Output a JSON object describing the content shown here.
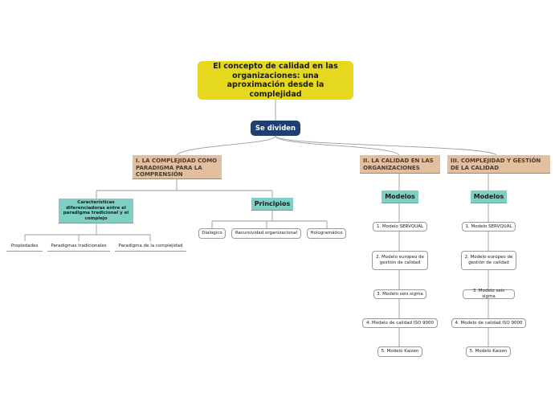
{
  "root": {
    "title": "El concepto de calidad en las organizaciones: una aproximación desde la complejidad"
  },
  "hub": {
    "label": "Se dividen"
  },
  "sections": {
    "s1": {
      "title": "I. LA COMPLEJIDAD COMO PARADIGMA PARA LA COMPRENSIÓN",
      "characteristics": {
        "label": "Características diferenciadoras entre el paradigma tradicional y el complejo",
        "items": [
          "Propiedades",
          "Paradigmas tradicionales",
          "Paradigma de la complejidad"
        ]
      },
      "principles": {
        "label": "Principios",
        "items": [
          "Dialógico",
          "Recursividad organizacional",
          "Hologramático"
        ]
      }
    },
    "s2": {
      "title": "II. LA CALIDAD EN LAS ORGANIZACIONES",
      "models_label": "Modelos",
      "models": [
        "1. Modelo SERVQUAL",
        "2. Modelo europeo de gestión de calidad",
        "3. Modelo seis sigma",
        "4. Modelo de calidad ISO 9000",
        "5. Modelo Kaizen"
      ]
    },
    "s3": {
      "title": "III. COMPLEJIDAD Y GESTIÓN DE LA CALIDAD",
      "models_label": "Modelos",
      "models": [
        "1. Modelo SERVQUAL",
        "2. Modelo europeo de gestión de calidad",
        "3. Modelo seis sigma",
        "4. Modelo de calidad ISO 9000",
        "5. Modelo Kaizen"
      ]
    }
  },
  "colors": {
    "root": "#e6d81e",
    "hub": "#1f3f6e",
    "section": "#e2bf9f",
    "teal": "#7fcfc4"
  }
}
